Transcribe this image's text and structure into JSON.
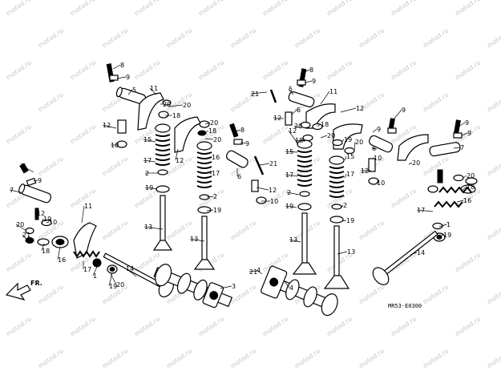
{
  "diagram": {
    "drawing_code": "MR53-E0300",
    "front_marker": "FR.",
    "watermark_text": "motod.ru",
    "part_numbers": [
      "1",
      "2",
      "3",
      "4",
      "5",
      "6",
      "7",
      "8",
      "9",
      "10",
      "11",
      "12",
      "13",
      "14",
      "15",
      "16",
      "17",
      "18",
      "19",
      "20",
      "21"
    ]
  }
}
